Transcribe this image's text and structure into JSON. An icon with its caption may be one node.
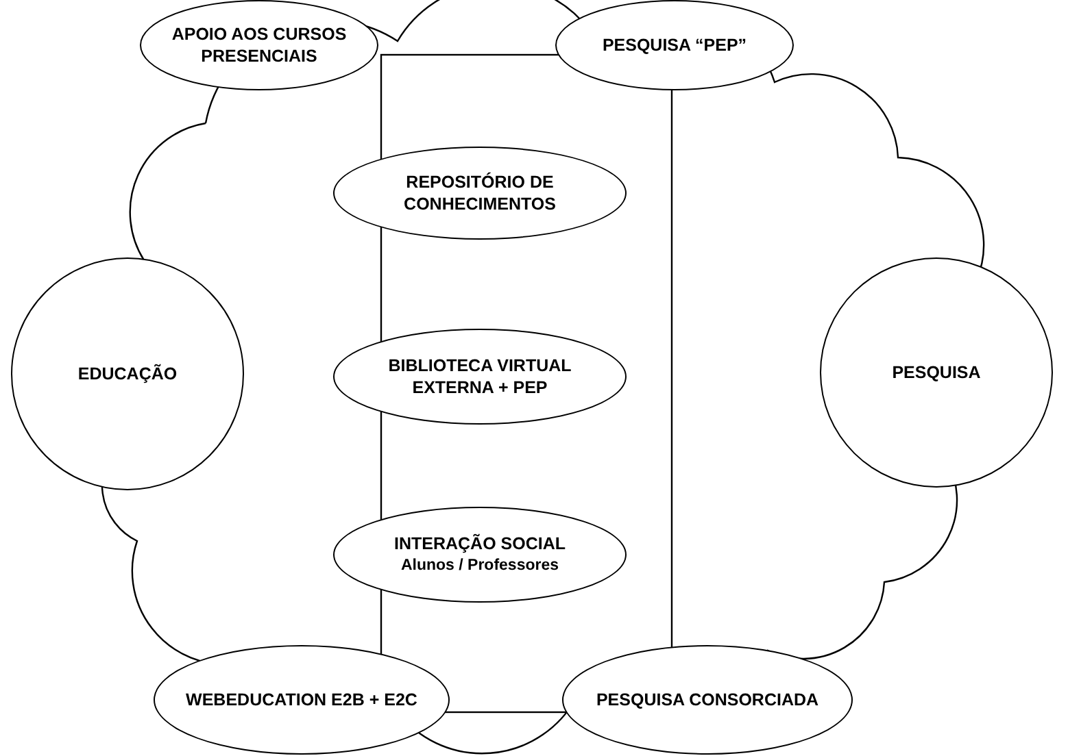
{
  "diagram": {
    "nodes": [
      {
        "text": [
          "APOIO AOS CURSOS PRESENCIAIS"
        ]
      },
      {
        "text": [
          "PESQUISA “PEP”"
        ]
      },
      {
        "text": [
          "REPOSITÓRIO DE CONHECIMENTOS"
        ]
      },
      {
        "text": [
          "EDUCAÇÃO"
        ]
      },
      {
        "text": [
          "BIBLIOTECA VIRTUAL EXTERNA + PEP"
        ]
      },
      {
        "text": [
          "PESQUISA"
        ]
      },
      {
        "text": [
          "INTERAÇÃO SOCIAL",
          "Alunos / Professores"
        ]
      },
      {
        "text": [
          "WEBEDUCATION E2B + E2C"
        ]
      },
      {
        "text": [
          "PESQUISA CONSORCIADA"
        ]
      }
    ]
  }
}
